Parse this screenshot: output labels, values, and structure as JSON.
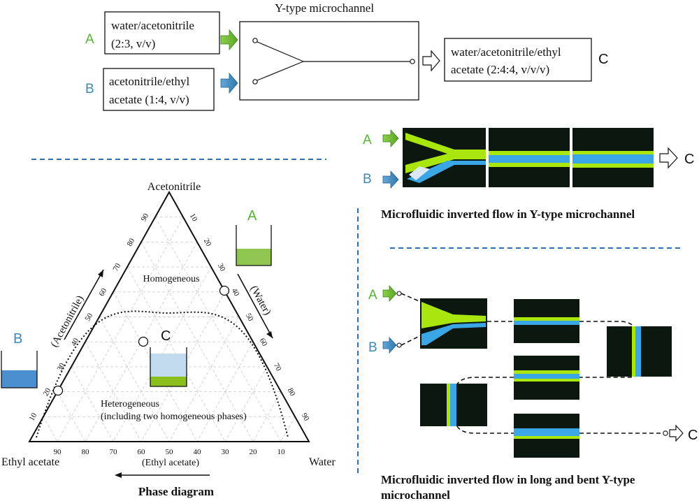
{
  "colors": {
    "green": "#7dc242",
    "blue": "#4a8fc1",
    "label_green": "#56b332",
    "label_blue": "#3f88b4",
    "dash_blue": "#2f6fb8",
    "micro_green": "#a8e60e",
    "micro_blue": "#3aa6e6",
    "micro_bg": "#0c1710"
  },
  "schematic": {
    "title": "Y-type microchannel",
    "label_a": "A",
    "label_b": "B",
    "label_c": "C",
    "box_a_line1": "water/acetonitrile",
    "box_a_line2": "(2:3, v/v)",
    "box_b_line1": "acetonitrile/ethyl",
    "box_b_line2": "acetate (1:4, v/v)",
    "box_c_line1": "water/acetonitrile/ethyl",
    "box_c_line2": "acetate (2:4:4, v/v/v)"
  },
  "phase_diagram": {
    "apex_top": "Acetonitrile",
    "apex_left": "Ethyl acetate",
    "apex_right": "Water",
    "axis_left": "(Acetonitrile)",
    "axis_right": "(Water)",
    "axis_bottom": "(Ethyl acetate)",
    "ticks_left": [
      "10",
      "20",
      "30",
      "40",
      "50",
      "60",
      "70",
      "80",
      "90"
    ],
    "ticks_right": [
      "10",
      "20",
      "30",
      "40",
      "50",
      "60",
      "70",
      "80",
      "90"
    ],
    "ticks_bottom": [
      "90",
      "80",
      "70",
      "60",
      "50",
      "40",
      "30",
      "20",
      "10"
    ],
    "region_homogeneous": "Homogeneous",
    "region_heterogeneous_line1": "Heterogeneous",
    "region_heterogeneous_line2": "(including two homogeneous phases)",
    "caption": "Phase diagram",
    "beaker_a_label": "A",
    "beaker_b_label": "B",
    "beaker_c_label": "C"
  },
  "flow_panel_1": {
    "label_a": "A",
    "label_b": "B",
    "label_c": "C",
    "caption": "Microfluidic inverted flow in Y-type microchannel"
  },
  "flow_panel_2": {
    "label_a": "A",
    "label_b": "B",
    "label_c": "C",
    "caption_line1": "Microfluidic inverted flow in long and bent Y-type",
    "caption_line2": "microchannel"
  }
}
